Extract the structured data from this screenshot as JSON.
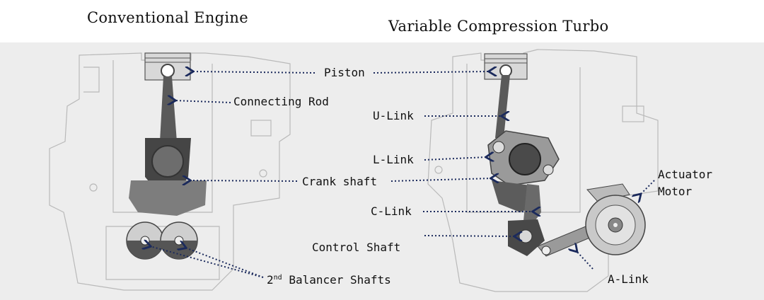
{
  "titles": {
    "conventional": "Conventional Engine",
    "vct": "Variable Compression Turbo"
  },
  "labels": {
    "piston": "Piston",
    "connecting_rod": "Connecting Rod",
    "u_link": "U-Link",
    "l_link": "L-Link",
    "crank_shaft": "Crank shaft",
    "c_link": "C-Link",
    "control_shaft": "Control Shaft",
    "balancer_superscript": "nd",
    "balancer_prefix": "2",
    "balancer_rest": " Balancer Shafts",
    "a_link": "A-Link",
    "actuator_line1": "Actuator",
    "actuator_line2": "Motor"
  },
  "colors": {
    "arrow": "#1b2a5c",
    "background_panel": "#ededed",
    "part_dark": "#4a4a4a",
    "part_mid": "#7a7a7a",
    "outline": "#b9b9b9"
  }
}
